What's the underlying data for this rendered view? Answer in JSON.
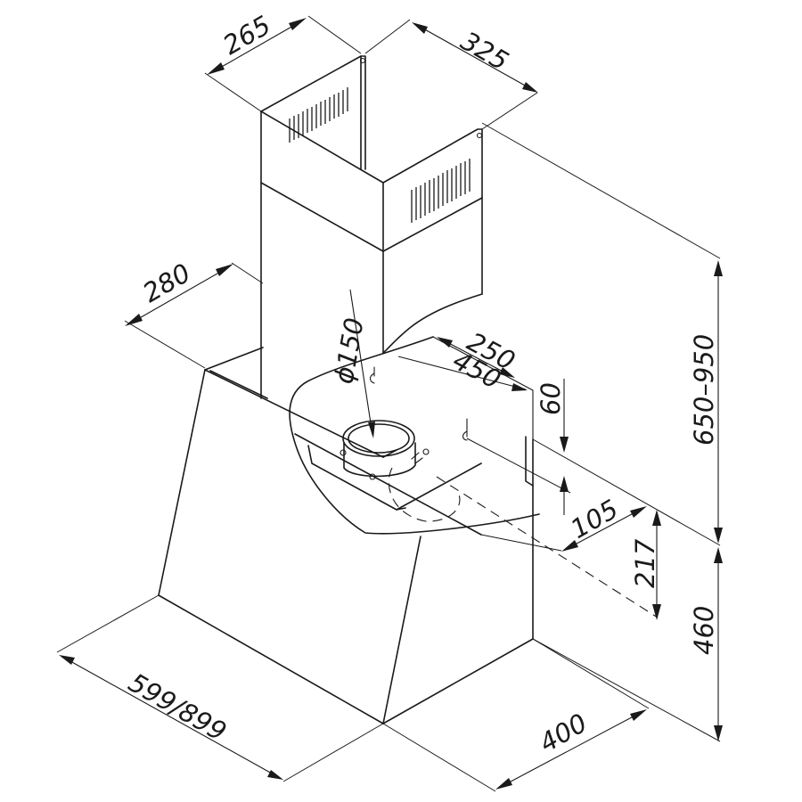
{
  "dimensions": {
    "duct_depth": "265",
    "duct_width": "325",
    "canopy_top_depth": "280",
    "outlet_diameter": "ϕ150",
    "bracket_spacing": "250",
    "bracket_span": "450",
    "bracket_offset": "60",
    "wall_offset": "105",
    "outlet_height": "217",
    "total_height": "650–950",
    "canopy_height": "460",
    "hood_width": "599/899",
    "hood_depth": "400"
  }
}
